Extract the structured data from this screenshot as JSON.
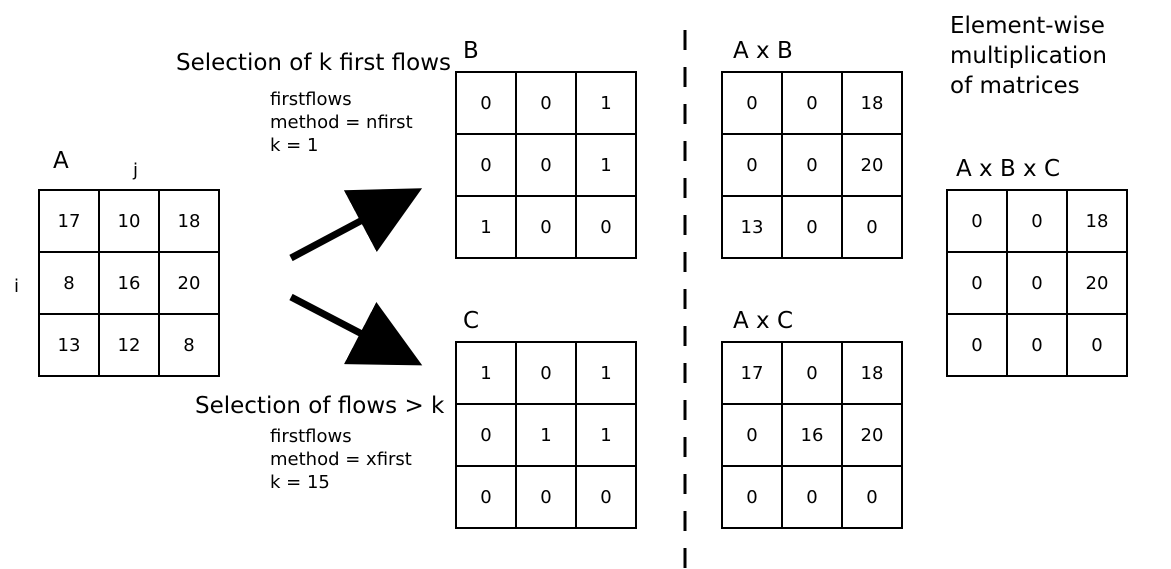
{
  "matrices": {
    "A": {
      "title": "A",
      "col_label": "j",
      "row_label": "i",
      "rows": [
        [
          "17",
          "10",
          "18"
        ],
        [
          "8",
          "16",
          "20"
        ],
        [
          "13",
          "12",
          "8"
        ]
      ]
    },
    "B": {
      "title": "B",
      "rows": [
        [
          "0",
          "0",
          "1"
        ],
        [
          "0",
          "0",
          "1"
        ],
        [
          "1",
          "0",
          "0"
        ]
      ]
    },
    "C": {
      "title": "C",
      "rows": [
        [
          "1",
          "0",
          "1"
        ],
        [
          "0",
          "1",
          "1"
        ],
        [
          "0",
          "0",
          "0"
        ]
      ]
    },
    "AxB": {
      "title": "A x B",
      "rows": [
        [
          "0",
          "0",
          "18"
        ],
        [
          "0",
          "0",
          "20"
        ],
        [
          "13",
          "0",
          "0"
        ]
      ]
    },
    "AxC": {
      "title": "A x C",
      "rows": [
        [
          "17",
          "0",
          "18"
        ],
        [
          "0",
          "16",
          "20"
        ],
        [
          "0",
          "0",
          "0"
        ]
      ]
    },
    "AxBxC": {
      "title": "A x B x C",
      "rows": [
        [
          "0",
          "0",
          "18"
        ],
        [
          "0",
          "0",
          "20"
        ],
        [
          "0",
          "0",
          "0"
        ]
      ]
    }
  },
  "selection_first": {
    "title": "Selection of k first flows",
    "lines": [
      "firstflows",
      "method = nfirst",
      "k = 1"
    ]
  },
  "selection_greater": {
    "title": "Selection of flows > k",
    "lines": [
      "firstflows",
      "method = xfirst",
      "k = 15"
    ]
  },
  "elementwise_note": [
    "Element-wise",
    "multiplication",
    "of matrices"
  ]
}
